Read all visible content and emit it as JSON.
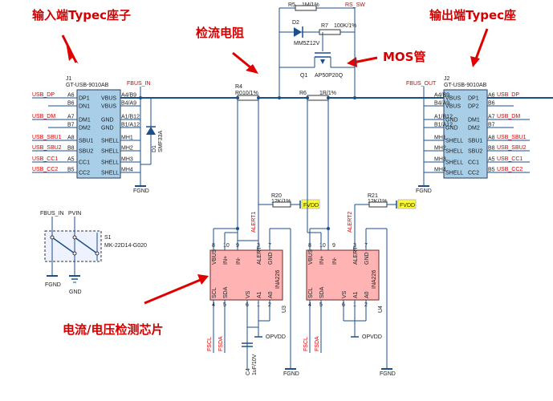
{
  "annotations": {
    "input_connector": "输入端Typec座子",
    "shunt": "检流电阻",
    "mos": "MOS管",
    "output_connector": "输出端Typec座",
    "monitor_chip": "电流/电压检测芯片"
  },
  "j1": {
    "ref": "J1",
    "part": "GT-USB-9010AB",
    "left_pins": [
      "DP1",
      "DN1",
      "DM1",
      "DM2",
      "SBU1",
      "SBU2",
      "CC1",
      "CC2"
    ],
    "left_nums": [
      "A6",
      "B6",
      "A7",
      "B7",
      "A8",
      "B8",
      "A5",
      "B5"
    ],
    "right_pins": [
      "VBUS",
      "VBUS",
      "GND",
      "GND",
      "SHELL",
      "SHELL",
      "SHELL",
      "SHELL"
    ],
    "right_nums": [
      "A4/B9",
      "B4/A9",
      "A1/B12",
      "B1/A12",
      "MH1",
      "MH2",
      "MH3",
      "MH4"
    ],
    "nets": [
      "USB_DP",
      "USB_DM",
      "USB_DM",
      "USB_SBU1",
      "USB_SBU2",
      "USB_CC1",
      "USB_CC2"
    ],
    "net_dp": "USB_DP",
    "net_dm": "USB_DM",
    "net_sbu1": "USB_SBU1",
    "net_sbu2": "USB_SBU2",
    "net_cc1": "USB_CC1",
    "net_cc2": "USB_CC2"
  },
  "j2": {
    "ref": "J2",
    "part": "GT-USB-9010AB",
    "left_pins": [
      "VBUS",
      "VBUS",
      "GND",
      "GND",
      "SHELL",
      "SHELL",
      "SHELL",
      "SHELL"
    ],
    "left_nums": [
      "A4/B9",
      "B4/A9",
      "A1/B12",
      "B1/A12",
      "MH1",
      "MH2",
      "MH3",
      "MH4"
    ],
    "right_pins": [
      "DP1",
      "DP2",
      "DM1",
      "DM2",
      "SBU1",
      "SBU2",
      "CC1",
      "CC2"
    ],
    "right_nums": [
      "A6",
      "B6",
      "A7",
      "B7",
      "A8",
      "B8",
      "A5",
      "B5"
    ],
    "net_dp": "USB_DP",
    "net_dm": "USB_DM",
    "net_sbu1": "USB_SBU1",
    "net_sbu2": "USB_SBU2",
    "net_cc1": "USB_CC1",
    "net_cc2": "USB_CC2"
  },
  "nets": {
    "fbus_in": "FBUS_IN",
    "fbus_out": "FBUS_OUT",
    "fgnd": "FGND",
    "gnd": "GND",
    "pvin": "PVIN",
    "fvdd": "FVDD",
    "opvdd": "OPVDD",
    "rs_sw": "RS_SW",
    "alert1": "ALERT1",
    "alert2": "ALERT2",
    "fscl": "FSCL",
    "fsda": "FSDA"
  },
  "parts": {
    "d1_ref": "D1",
    "d1_val": "SMF33A",
    "r4_ref": "R4",
    "r4_val": "R010/1%",
    "r6_ref": "R6",
    "r6_val": "1R/1%",
    "r5_ref": "R5",
    "r5_val": "1M/1%",
    "r7_ref": "R7",
    "r7_val": "100K/1%",
    "d2_ref": "D2",
    "d2_val": "MM5Z12V",
    "q1_ref": "Q1",
    "q1_val": "AP50P20Q",
    "r20_ref": "R20",
    "r20_val": "12K/1%",
    "r21_ref": "R21",
    "r21_val": "12K/1%",
    "c4_ref": "C4",
    "c4_val": "1uF/10V",
    "s1_ref": "S1",
    "s1_val": "MK-22D14-G020"
  },
  "u3": {
    "ref": "U3",
    "part": "INA226",
    "top_pins": [
      "VBUS",
      "IN+",
      "IN-",
      "ALERT",
      "GND"
    ],
    "top_nums": [
      "8",
      "10",
      "9",
      "3",
      "7"
    ],
    "bottom_pins": [
      "SCL",
      "SDA",
      "VS",
      "A1",
      "A0"
    ],
    "bottom_nums": [
      "4",
      "5",
      "6",
      "1",
      "2"
    ]
  },
  "u4": {
    "ref": "U4",
    "part": "INA226",
    "top_pins": [
      "VBUS",
      "IN+",
      "IN-",
      "ALERT",
      "GND"
    ],
    "top_nums": [
      "8",
      "10",
      "9",
      "3",
      "7"
    ],
    "bottom_pins": [
      "SCL",
      "SDA",
      "VS",
      "A1",
      "A0"
    ],
    "bottom_nums": [
      "4",
      "5",
      "6",
      "1",
      "2"
    ]
  }
}
